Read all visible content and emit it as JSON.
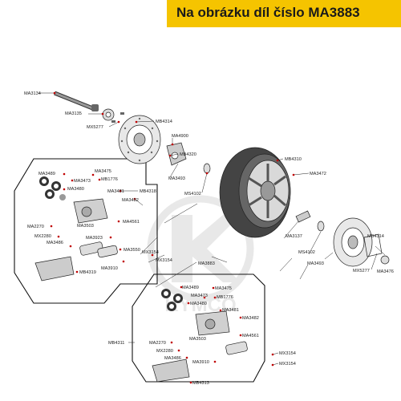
{
  "banner": {
    "text": "Na obrázku díl číslo MA3883"
  },
  "watermark": {
    "text": "KYMCO"
  },
  "accent_color": "#f5c400",
  "dot_color": "#c00000",
  "labels": {
    "MA3134": "MA3134",
    "MA3135": "MA3135",
    "MX5277": "MX5277",
    "MB4314": "MB4314",
    "MA4900": "MA4900",
    "MB4320": "MB4320",
    "MA3493": "MA3493",
    "MB4310": "MB4310",
    "MA3472": "MA3472",
    "MS4102": "MS4102",
    "MA3489": "MA3489",
    "MA3475": "MA3475",
    "MB1776": "MB1776",
    "MA3473": "MA3473",
    "MA3480": "MA3480",
    "MA3481": "MA3481",
    "MA3482": "MA3482",
    "MB4318": "MB4318",
    "MA4561": "MA4561",
    "MA2270": "MA2270",
    "MA3503": "MA3503",
    "MX2280": "MX2280",
    "MA3923": "MA3923",
    "MA3486": "MA3486",
    "MA3550": "MA3550",
    "MX3154": "MX3154",
    "MA3910": "MA3910",
    "MB4319": "MB4319",
    "MA3883": "MA3883",
    "MA3137": "MA3137",
    "MA3476": "MA3476",
    "MB4311": "MB4311",
    "MB4313": "MB4313"
  }
}
